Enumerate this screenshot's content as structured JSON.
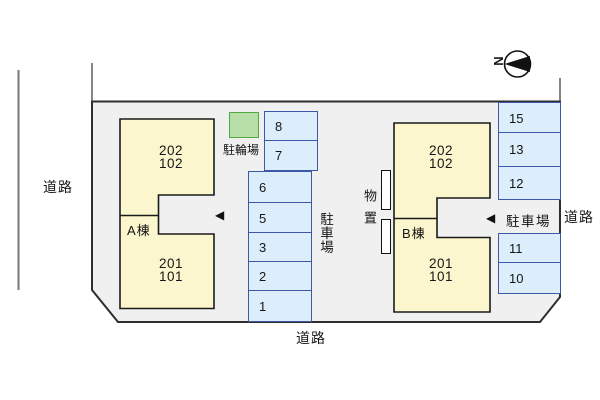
{
  "roads": {
    "left": "道路",
    "bottom": "道路",
    "right": "道路"
  },
  "north": {
    "label": "N"
  },
  "buildings": {
    "a": {
      "name": "A棟",
      "upper_units": [
        "202",
        "102"
      ],
      "lower_units": [
        "201",
        "101"
      ]
    },
    "b": {
      "name": "B棟",
      "upper_units": [
        "202",
        "102"
      ],
      "lower_units": [
        "201",
        "101"
      ]
    }
  },
  "parking": {
    "bike_area_label": "駐輪場",
    "left_lot_label": "駐車場",
    "right_lot_label": "駐車場",
    "left_upper_spaces": [
      "8",
      "7"
    ],
    "left_spaces": [
      "6",
      "5",
      "3",
      "2",
      "1"
    ],
    "right_upper_spaces": [
      "15",
      "13",
      "12"
    ],
    "right_lower_spaces": [
      "11",
      "10"
    ]
  },
  "storage": {
    "label": "物置"
  },
  "symbols": {
    "entrance_arrow": "◀"
  },
  "colors": {
    "site_fill": "#f0f0f0",
    "site_line": "#2e2e2e",
    "building_fill": "#fbf6cd",
    "parking_fill": "#dcedfb",
    "parking_border": "#3f57a7",
    "bike_fill": "#b9dfa9",
    "bike_border": "#52a843"
  }
}
